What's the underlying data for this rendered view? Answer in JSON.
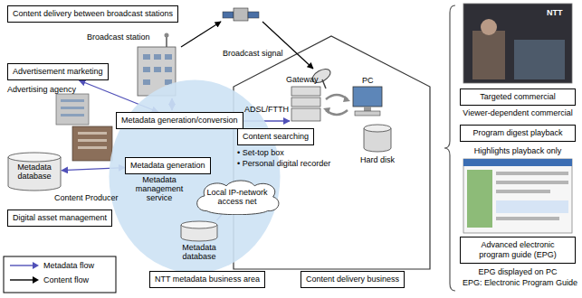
{
  "diagram": {
    "nodes": [
      {
        "text": [
          "Content delivery between broadcast stations"
        ]
      },
      {
        "text": [
          "Advertisement marketing"
        ]
      },
      {
        "text": [
          "Metadata management service"
        ]
      },
      {
        "text": [
          "Metadata generation/conversion"
        ]
      },
      {
        "text": [
          "Content searching"
        ]
      },
      {
        "text": [
          "Metadata database"
        ]
      },
      {
        "text": [
          "Metadata generation"
        ]
      },
      {
        "text": [
          "Local IP-network access net"
        ],
        "in": 2
      },
      {
        "text": [
          "Digital asset management"
        ]
      },
      {
        "text": [
          "Metadata database"
        ],
        "in": 2
      },
      {
        "text": [
          "NTT metadata business area"
        ]
      },
      {
        "text": [
          "Content delivery business"
        ]
      },
      {
        "text": [
          "Targeted commercial"
        ]
      },
      {
        "text": [
          "Program digest playback"
        ]
      },
      {
        "text": [
          "Advanced electronic program guide (EPG)"
        ]
      }
    ],
    "edges": [
      {
        "from": 5,
        "to": 6,
        "arrow": "both"
      },
      {
        "from": 1,
        "to": 3,
        "arrow": "both"
      },
      {
        "from": 7,
        "to": 9,
        "arrow": "none"
      }
    ],
    "labels": [
      "Broadcast station",
      "Broadcast signal",
      "NTT",
      "Advertising agency",
      "Gateway",
      "PC",
      "ADSL/FTTH",
      "• Set-top box",
      "• Personal digital recorder",
      "Hard disk",
      "Viewer-dependent commercial",
      "Content Producer",
      "Highlights playback only",
      "EPG displayed on PC",
      "EPG: Electronic Program Guide"
    ],
    "legend": [
      {
        "text": "Metadata flow"
      },
      {
        "text": "Content flow"
      }
    ]
  }
}
